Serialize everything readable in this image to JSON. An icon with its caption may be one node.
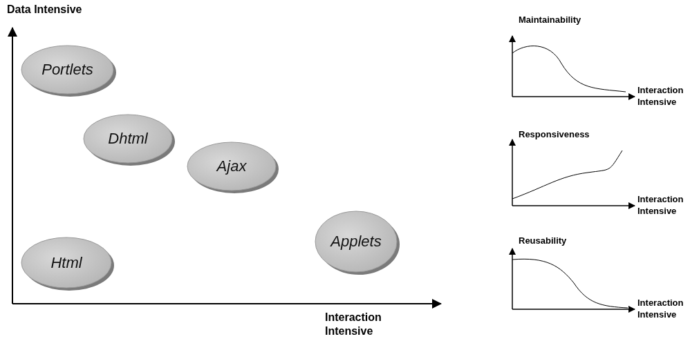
{
  "diagram": {
    "nodes": [
      {
        "text": [
          "Portlets"
        ]
      },
      {
        "text": [
          "Dhtml"
        ]
      },
      {
        "text": [
          "Ajax"
        ]
      },
      {
        "text": [
          "Applets"
        ]
      },
      {
        "text": [
          "Html"
        ]
      }
    ],
    "labels": [
      "Data Intensive",
      "Maintainability",
      "Interaction Intensive",
      "Responsiveness",
      "Interaction Intensive",
      "Reusability",
      "Interaction Intensive",
      "Interaction Intensive"
    ]
  }
}
